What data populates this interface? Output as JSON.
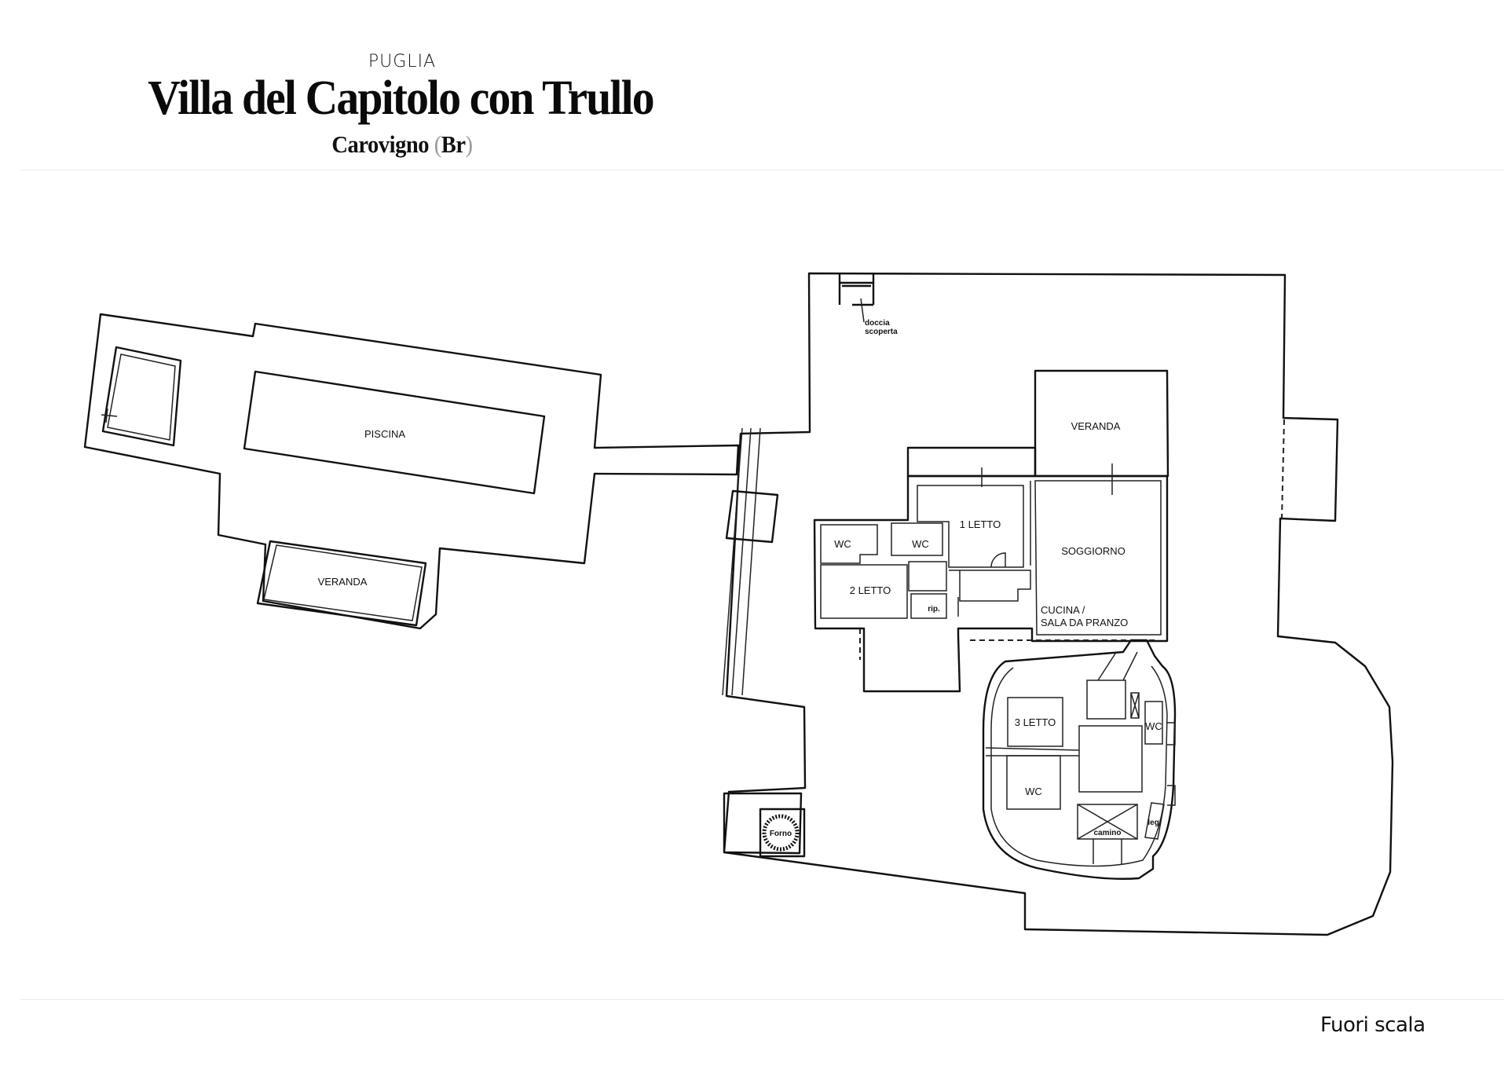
{
  "header": {
    "region": "PUGLIA",
    "title": "Villa del Capitolo con Trullo",
    "location_name": "Carovigno",
    "location_open": "(",
    "location_province": "Br",
    "location_close": ")"
  },
  "plan": {
    "rooms": {
      "piscina": "PISCINA",
      "veranda_pool": "VERANDA",
      "veranda_house": "VERANDA",
      "letto_1": "1 LETTO",
      "letto_2": "2 LETTO",
      "letto_3": "3 LETTO",
      "soggiorno": "SOGGIORNO",
      "cucina_line1": "CUCINA /",
      "cucina_line2": "SALA DA PRANZO",
      "wc_a": "WC",
      "wc_b": "WC",
      "wc_trullo_small": "WC",
      "wc_trullo_large": "WC",
      "ripostiglio": "rip.",
      "legnaia": "leg.",
      "camino": "camino",
      "forno": "Forno",
      "doccia_line1": "doccia",
      "doccia_line2": "scoperta"
    }
  },
  "footer": {
    "scale_note": "Fuori scala"
  }
}
